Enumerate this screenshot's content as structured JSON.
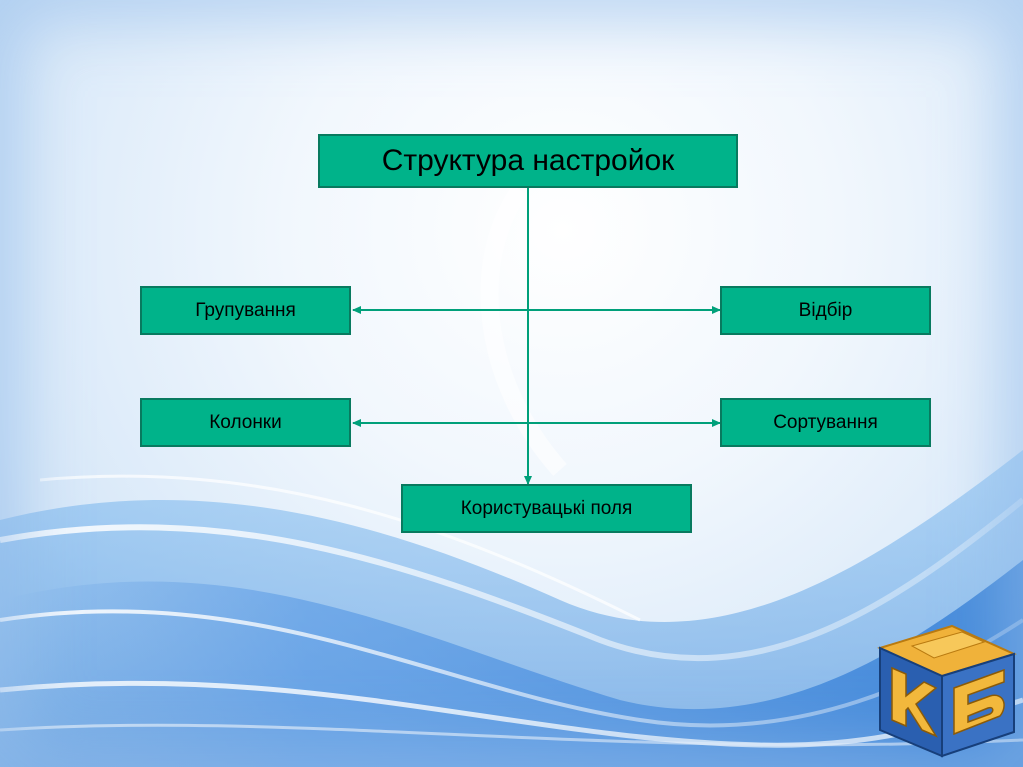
{
  "diagram": {
    "root": "Структура настройок",
    "left_top": "Групування",
    "right_top": "Відбір",
    "left_bottom": "Колонки",
    "right_bottom": "Сортування",
    "bottom": "Користувацькі поля"
  },
  "colors": {
    "node_fill": "#00b38a",
    "node_border": "#087a5f",
    "connector": "#00a07a"
  },
  "logo": {
    "letters": "КБ"
  }
}
